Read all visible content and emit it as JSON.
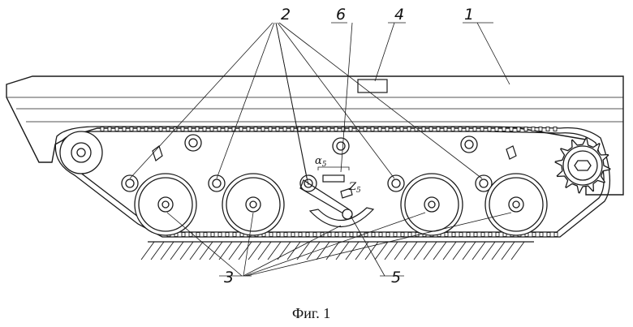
{
  "figure": {
    "caption": "Фиг. 1",
    "labels": {
      "hull": "1",
      "support_rollers": "2",
      "road_wheels": "3",
      "sensor_box": "4",
      "arm": "5",
      "lever": "6"
    },
    "symbols": {
      "alpha": "α",
      "alpha_sub": "5",
      "z": "Z",
      "z_sub": "5"
    }
  }
}
